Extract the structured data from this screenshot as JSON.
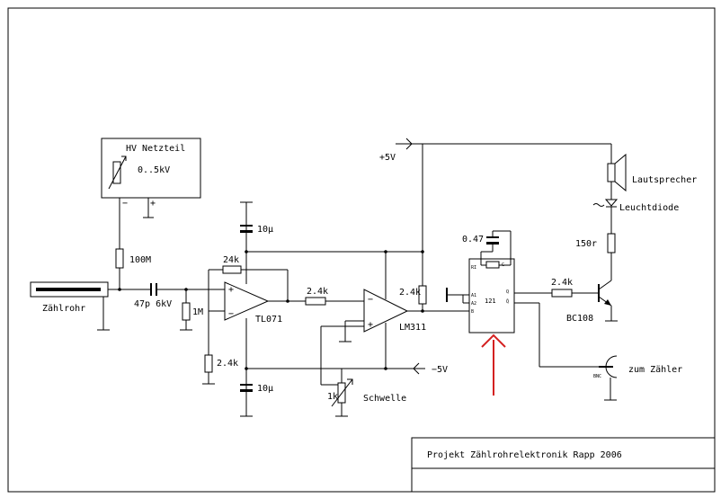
{
  "title_block": "Projekt Zählrohrelektronik Rapp 2006",
  "hv_supply": {
    "title": "HV Netzteil",
    "range": "0..5kV",
    "minus": "−",
    "plus": "+"
  },
  "labels": {
    "r_hv": "100M",
    "tube": "Zählrohr",
    "c_in": "47p 6kV",
    "r_in": "1M",
    "r_fb": "24k",
    "opamp1": "TL071",
    "r_gain": "2.4k",
    "c_top": "10µ",
    "c_bot": "10µ",
    "r_link": "2.4k",
    "comparator": "LM311",
    "trimmer": "1k",
    "threshold": "Schwelle",
    "vpos": "+5V",
    "vneg": "−5V",
    "r_pullup": "2.4k",
    "c_timing": "0.47",
    "ic": "121",
    "r_base": "2.4k",
    "transistor": "BC108",
    "speaker": "Lautsprecher",
    "led": "Leuchtdiode",
    "r_led": "150r",
    "bnc": "BNC",
    "to_counter": "zum Zähler"
  },
  "ic_pins": {
    "a1": "A1",
    "a2": "A2",
    "b": "B",
    "q": "Q",
    "qn": "Q̄",
    "rx": "RI",
    "cx": "C"
  },
  "colors": {
    "ink": "#000000",
    "marker": "#d42020"
  }
}
